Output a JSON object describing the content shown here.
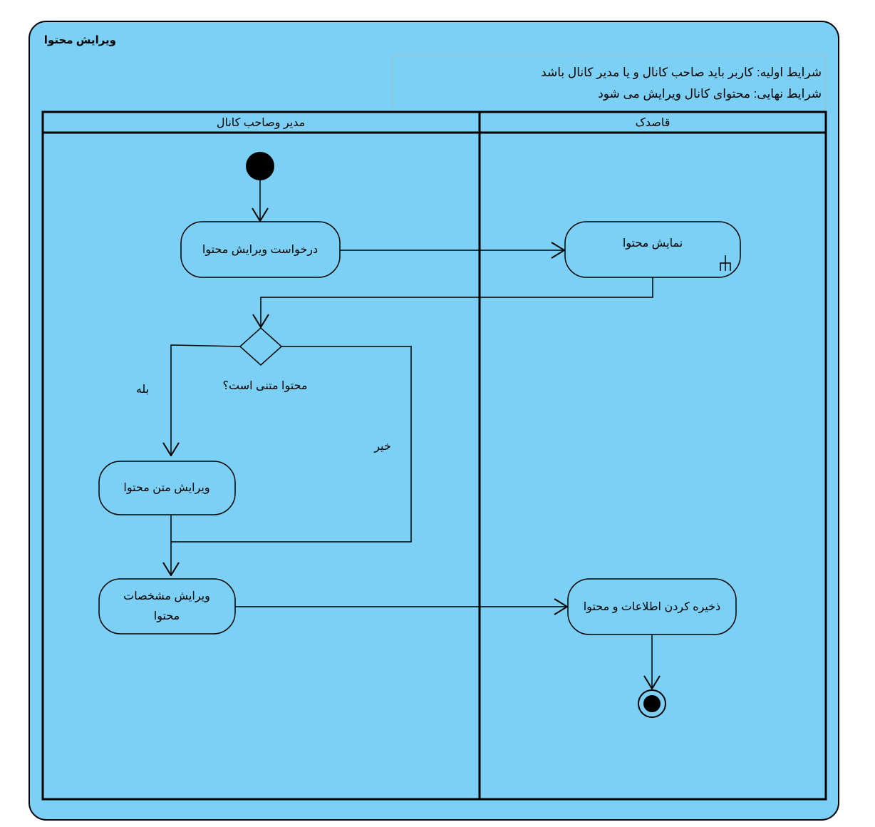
{
  "diagram": {
    "title": "ویرایش محتوا",
    "preconditions": [
      "شرایط اولیه: کاربر باید صاحب کانال و یا مدیر کانال باشد",
      "شرایط نهایی: محتوای کانال ویرایش می شود"
    ],
    "lanes": {
      "left": "مدیر وصاحب کانال",
      "right": "قاصدک"
    },
    "activities": {
      "request_edit": "درخواست ویرایش محتوا",
      "show_content": "نمایش محتوا",
      "edit_text": "ویرایش متن محتوا",
      "edit_specs_line1": "ویرایش مشخصات",
      "edit_specs_line2": "محتوا",
      "save": "ذخیره کردن اطلاعات و محتوا"
    },
    "decision": {
      "question": "محتوا متنی است؟",
      "yes": "بله",
      "no": "خیر"
    },
    "colors": {
      "background": "#7ccff5",
      "border": "#000000"
    }
  }
}
